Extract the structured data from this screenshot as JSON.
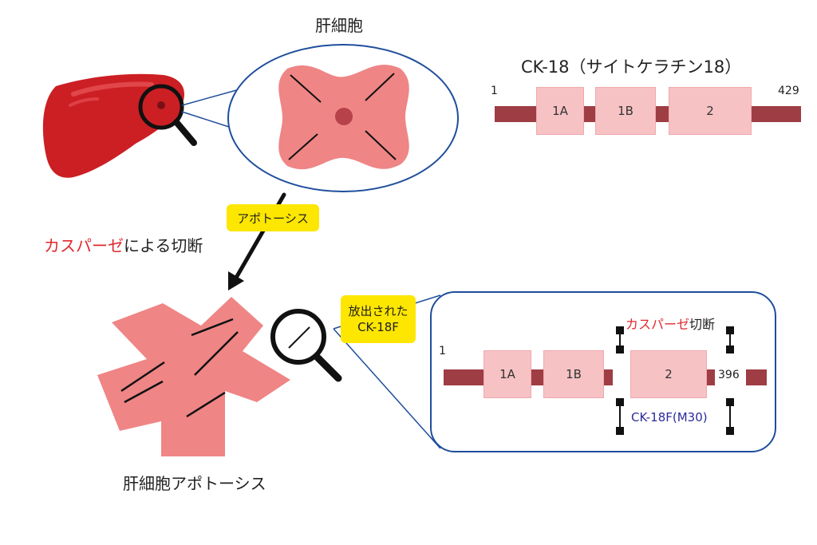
{
  "top_cell": {
    "title": "肝細胞"
  },
  "ck18": {
    "title": "CK-18（サイトケラチン18）",
    "start": "1",
    "end": "429",
    "domains": [
      "1A",
      "1B",
      "2"
    ]
  },
  "apoptosis_badge": "アポトーシス",
  "caspase_label": {
    "part1": "カスパーゼ",
    "part2": "による切断"
  },
  "released_badge": {
    "line1": "放出された",
    "line2": "CK-18F"
  },
  "fragment_panel": {
    "cleavage_label": {
      "part1": "カスパーゼ",
      "part2": "切断"
    },
    "start": "1",
    "end": "396",
    "domains": [
      "1A",
      "1B",
      "2"
    ],
    "fragment_label": "CK-18F(M30)"
  },
  "bottom_cell": {
    "title": "肝細胞アポトーシス"
  },
  "colors": {
    "liver": "#cc1f24",
    "cell": "#ef8585",
    "domain": "#f7c2c4",
    "backbone": "#9e3d44",
    "outline_blue": "#1f4e9c",
    "badge_yellow": "#fde600",
    "caspase_red": "#e0282e",
    "fragment_label": "#2a2a9c"
  }
}
